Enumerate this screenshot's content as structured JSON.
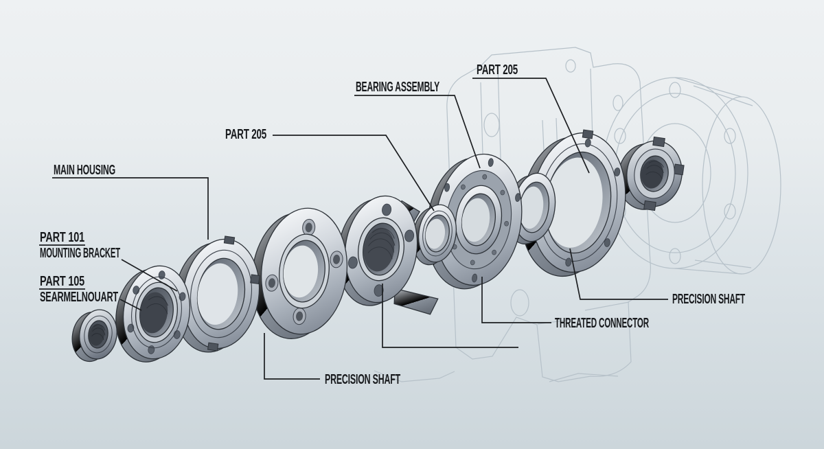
{
  "diagram": {
    "kind": "exploded-assembly-technical-illustration",
    "labels": {
      "main_housing": "MAIN HOUSING",
      "part_101": "PART 101",
      "part_101_sub": "MOUNTING BRACKET",
      "part_105": "PART 105",
      "part_105_sub": "SEARMELNOUART",
      "part_205_mid": "PART 205",
      "bearing_assembly": "BEARING ASSEMBLY",
      "part_205_right": "PART 205",
      "precision_shaft_right": "PRECISION SHAFT",
      "threated_connector": "THREATED CONNECTOR",
      "precision_shaft_bottom": "PRECISION SHAFT"
    },
    "parts": [
      "small-lock-nut",
      "mounting-bracket-ring",
      "slotted-housing-ring",
      "main-four-hole-flange",
      "threaded-hub-flange",
      "bearing-race-ring",
      "bearing-assembly-ring",
      "inner-race-ring",
      "retainer-ring",
      "castellated-lock-nut",
      "ghost-housing-block",
      "ghost-flange-cylinder"
    ],
    "colors": {
      "background_top": "#eef1f3",
      "background_bottom": "#ccd6db",
      "leader_line": "#1c1e21",
      "label_text": "#17191c",
      "metal_highlight": "#f4f6f8",
      "metal_shadow": "#7b838e",
      "ghost_outline": "#b6c1c9"
    }
  }
}
